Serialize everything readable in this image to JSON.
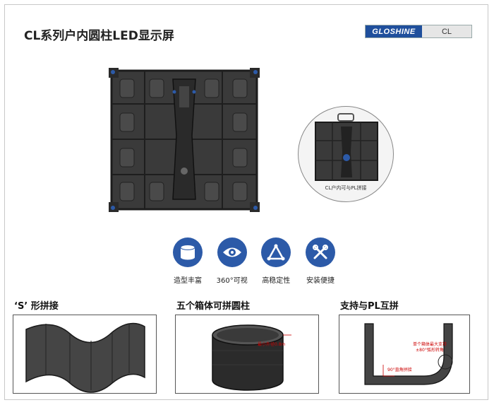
{
  "header": {
    "title": "CL系列户内圆柱LED显示屏",
    "brand": "GLOSHINE",
    "model": "CL"
  },
  "inset": {
    "caption": "CL户内可与PL拼接"
  },
  "features": [
    {
      "icon": "cylinder-icon",
      "label": "造型丰富"
    },
    {
      "icon": "eye-icon",
      "label": "360°可视"
    },
    {
      "icon": "triangle-icon",
      "label": "高稳定性"
    },
    {
      "icon": "tools-icon",
      "label": "安装便捷"
    }
  ],
  "sections": [
    {
      "title": "‘S’ 形拼接"
    },
    {
      "title": "五个箱体可拼圆柱",
      "note": "最小外径0.8m"
    },
    {
      "title": "支持与PL互拼",
      "note1": "单个箱体最大支持±80°弧形转角",
      "note2": "90°直角拼接"
    }
  ],
  "colors": {
    "accent": "#2c5aa8",
    "brand": "#1f4f9c"
  }
}
